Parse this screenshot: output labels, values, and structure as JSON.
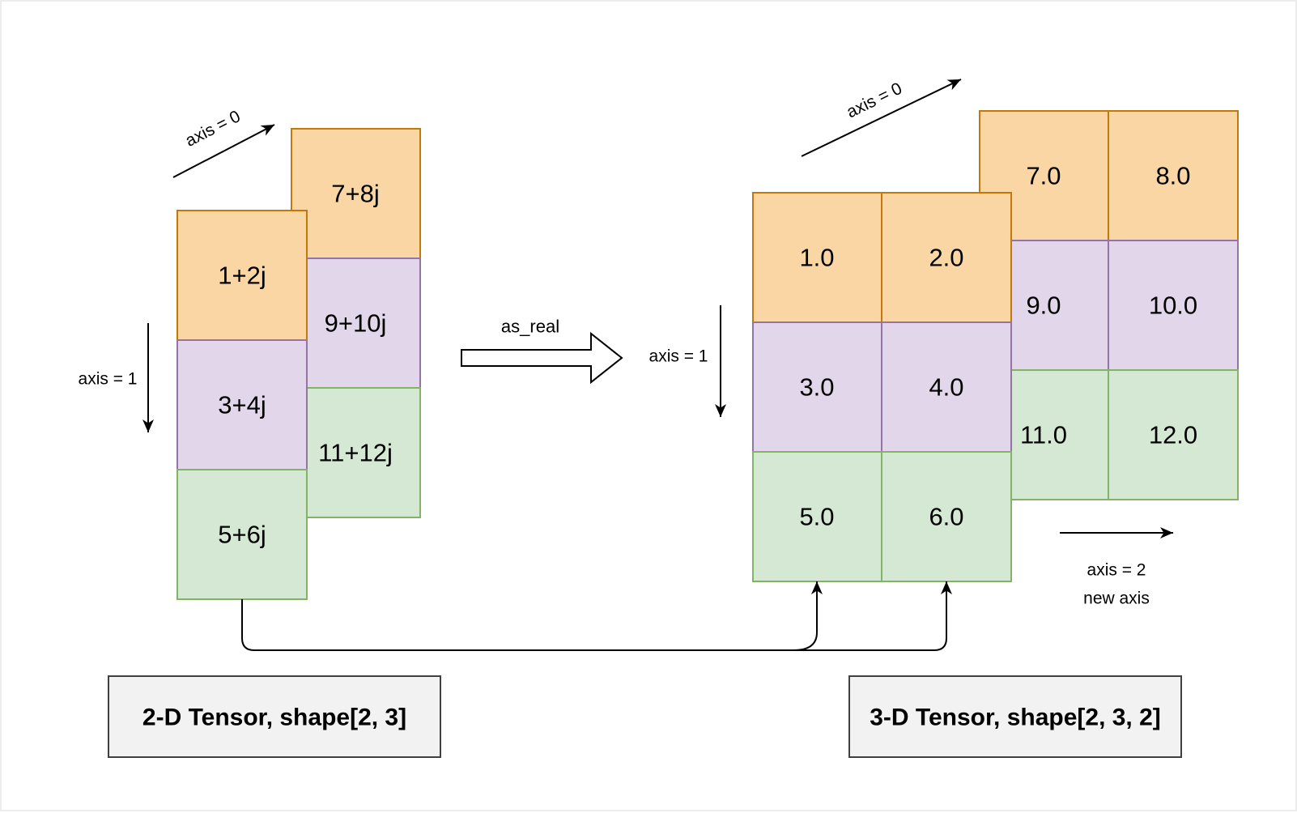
{
  "diagram": {
    "transform_label": "as_real",
    "left_tensor": {
      "caption": "2-D Tensor, shape[2, 3]",
      "axis0_label": "axis = 0",
      "axis1_label": "axis = 1",
      "back_column": [
        "7+8j",
        "9+10j",
        "11+12j"
      ],
      "front_column": [
        "1+2j",
        "3+4j",
        "5+6j"
      ]
    },
    "right_tensor": {
      "caption": "3-D Tensor, shape[2, 3, 2]",
      "axis0_label": "axis = 0",
      "axis1_label": "axis = 1",
      "axis2_label_line1": "axis = 2",
      "axis2_label_line2": "new axis",
      "back_layer": [
        [
          "7.0",
          "8.0"
        ],
        [
          "9.0",
          "10.0"
        ],
        [
          "11.0",
          "12.0"
        ]
      ],
      "front_layer": [
        [
          "1.0",
          "2.0"
        ],
        [
          "3.0",
          "4.0"
        ],
        [
          "5.0",
          "6.0"
        ]
      ]
    },
    "colors": {
      "orange_fill": "#f9d6a4",
      "orange_stroke": "#c27908",
      "purple_fill": "#e2d6ea",
      "purple_stroke": "#9673a6",
      "green_fill": "#d5e8d4",
      "green_stroke": "#82b366",
      "caption_fill": "#f2f2f2",
      "caption_stroke": "#404040",
      "arrow_color": "#000000"
    }
  }
}
